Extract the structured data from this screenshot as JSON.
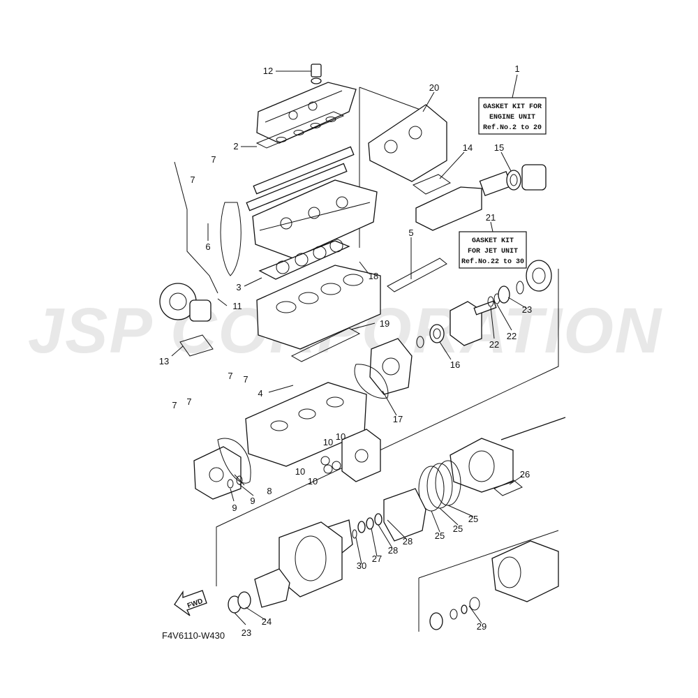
{
  "watermark": "JSP CORPORATION",
  "figure_code": "F4V6110-W430",
  "fwd_label": "FWD",
  "label_boxes": {
    "engine": {
      "line1": "GASKET KIT FOR",
      "line2": "ENGINE UNIT",
      "line3": "Ref.No.2 to 20"
    },
    "jet": {
      "line1": "GASKET KIT",
      "line2": "FOR JET UNIT",
      "line3": "Ref.No.22 to 30"
    }
  },
  "callouts": {
    "c1": "1",
    "c2": "2",
    "c3": "3",
    "c4": "4",
    "c5": "5",
    "c6": "6",
    "c7a": "7",
    "c7b": "7",
    "c7c": "7",
    "c7d": "7",
    "c7e": "7",
    "c7f": "7",
    "c8": "8",
    "c9a": "9",
    "c9b": "9",
    "c10a": "10",
    "c10b": "10",
    "c10c": "10",
    "c10d": "10",
    "c11": "11",
    "c12": "12",
    "c13": "13",
    "c14": "14",
    "c15": "15",
    "c16": "16",
    "c17": "17",
    "c18": "18",
    "c19": "19",
    "c20": "20",
    "c21": "21",
    "c22a": "22",
    "c22b": "22",
    "c23a": "23",
    "c23b": "23",
    "c24": "24",
    "c25a": "25",
    "c25b": "25",
    "c25c": "25",
    "c26": "26",
    "c27": "27",
    "c28a": "28",
    "c28b": "28",
    "c29": "29",
    "c30": "30"
  }
}
